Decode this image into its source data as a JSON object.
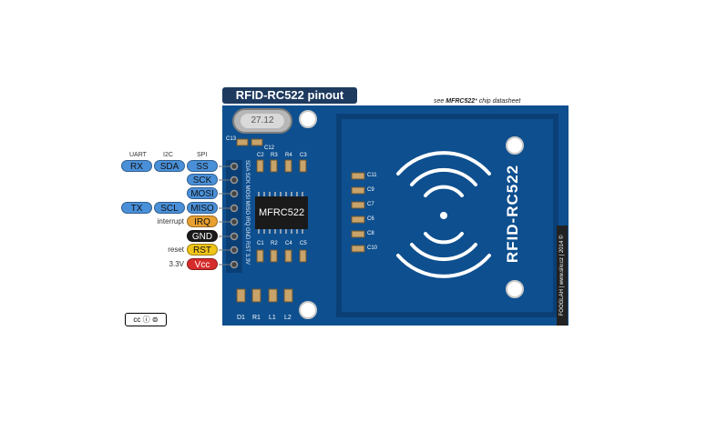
{
  "title": "RFID-RC522 pinout",
  "datasheet_note": {
    "prefix": "see ",
    "chip": "MFRC522",
    "suffix": "* chip datasheet"
  },
  "headers": {
    "uart": "UART",
    "i2c": "I2C",
    "spi": "SPI"
  },
  "pins": {
    "rx": "RX",
    "sda": "SDA",
    "ss": "SS",
    "sck": "SCK",
    "mosi": "MOSI",
    "tx": "TX",
    "scl": "SCL",
    "miso": "MISO",
    "irq": "IRQ",
    "gnd": "GND",
    "rst": "RST",
    "vcc": "Vcc"
  },
  "notes": {
    "interrupt": "interrupt",
    "reset": "reset",
    "voltage": "3.3V"
  },
  "board": {
    "chip_label": "MFRC522",
    "product_label": "RFID-RC522",
    "crystal": "27.12",
    "header_labels": "SDA SCK MOSI MISO IRQ GND RST 3.3V",
    "components": [
      "C13",
      "C12",
      "C2",
      "R3",
      "R4",
      "C3",
      "C1",
      "R2",
      "C4",
      "C5",
      "C11",
      "C9",
      "C7",
      "C6",
      "C8",
      "C10",
      "D1",
      "R1",
      "L1",
      "L2"
    ]
  },
  "credit": "FOOGLAH | www.siiv.cz | 2014 ©",
  "license": "cc ⓘ ⊜",
  "colors": {
    "board": "#0e4f8f",
    "label_dark": "#1e3a5f",
    "pin_blue": "#4a90d9",
    "irq": "#e8a030",
    "gnd": "#1a1a1a",
    "rst": "#f0c419",
    "vcc": "#d62c2c"
  }
}
